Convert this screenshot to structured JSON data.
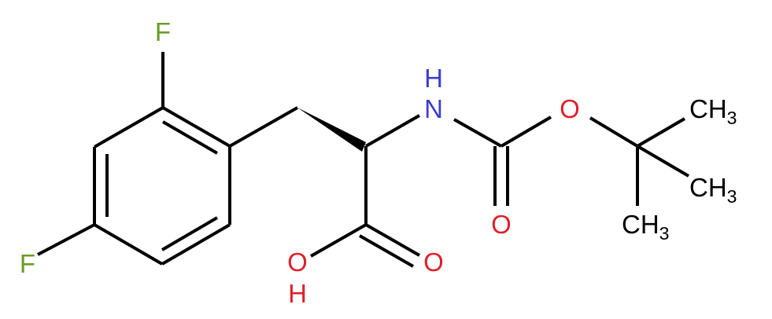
{
  "molecule": {
    "atoms": {
      "f_top": {
        "text": "F",
        "color": "#6a9b2a"
      },
      "f_left": {
        "text": "F",
        "color": "#6a9b2a"
      },
      "nh": {
        "text": "H",
        "color": "#3c3cd0"
      },
      "n": {
        "text": "N",
        "color": "#3c3cd0"
      },
      "o_ester": {
        "text": "O",
        "color": "#e0202a"
      },
      "o_carbonyl_carbamate": {
        "text": "O",
        "color": "#e0202a"
      },
      "o_hydroxyl": {
        "text": "O",
        "color": "#e0202a"
      },
      "h_hydroxyl": {
        "text": "H",
        "color": "#e0202a"
      },
      "o_carbonyl_acid": {
        "text": "O",
        "color": "#e0202a"
      },
      "ch3_1": {
        "main": "CH",
        "sub": "3",
        "color": "#000000"
      },
      "ch3_2": {
        "main": "CH",
        "sub": "3",
        "color": "#000000"
      },
      "ch3_3": {
        "main": "CH",
        "sub": "3",
        "color": "#000000"
      }
    },
    "bond_color": "#000000"
  }
}
